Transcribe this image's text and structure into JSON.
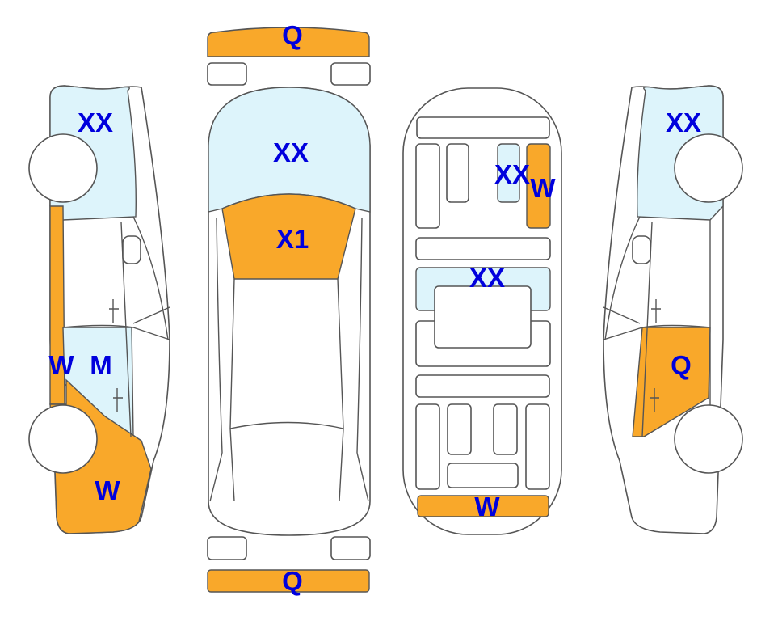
{
  "colors": {
    "damage_orange": "#f9a82a",
    "damage_blue": "#ddf4fb",
    "label": "#0000dd"
  },
  "left_side": {
    "roof_label": "XX",
    "sill_label": "W",
    "door_label": "M",
    "fender_label": "W"
  },
  "top_view": {
    "front_bumper_label": "Q",
    "hood_label": "XX",
    "windshield_label": "X1",
    "rear_bumper_label": "Q"
  },
  "interior": {
    "seat_label_1": "XX",
    "seat_label_2": "W",
    "middle_label": "XX",
    "bottom_label": "W"
  },
  "right_side": {
    "roof_label": "XX",
    "door_label": "Q"
  }
}
